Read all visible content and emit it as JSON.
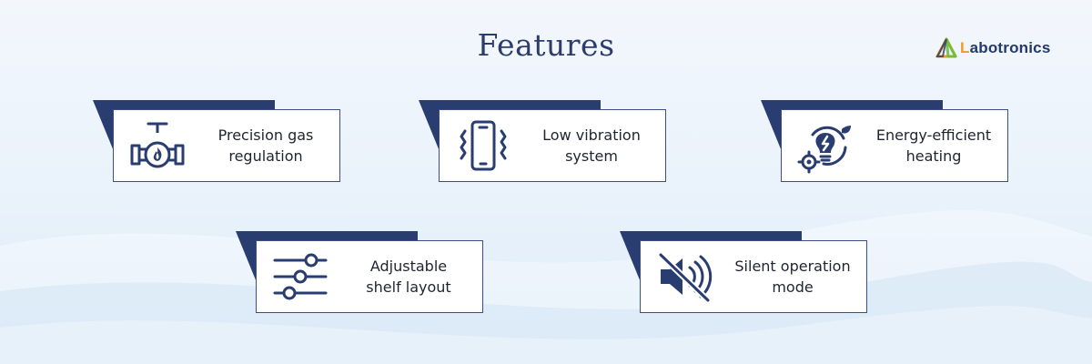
{
  "header": {
    "title": "Features"
  },
  "brand": {
    "logo_first": "L",
    "logo_rest": "abotronics",
    "colors": {
      "blue": "#233a6d",
      "orange": "#f39a1e",
      "green": "#6bbf3a"
    }
  },
  "colors": {
    "tab": "#2a3d70",
    "icon": "#2a3d70",
    "title": "#2d3d6b"
  },
  "features": [
    {
      "label_line1": "Precision gas",
      "label_line2": "regulation",
      "icon": "gas-valve-flame-icon"
    },
    {
      "label_line1": "Low vibration",
      "label_line2": "system",
      "icon": "vibrating-phone-icon"
    },
    {
      "label_line1": "Energy-efficient",
      "label_line2": "heating",
      "icon": "lightbulb-gear-leaf-icon"
    },
    {
      "label_line1": "Adjustable",
      "label_line2": "shelf layout",
      "icon": "sliders-icon"
    },
    {
      "label_line1": "Silent operation",
      "label_line2": "mode",
      "icon": "speaker-muted-icon"
    }
  ]
}
